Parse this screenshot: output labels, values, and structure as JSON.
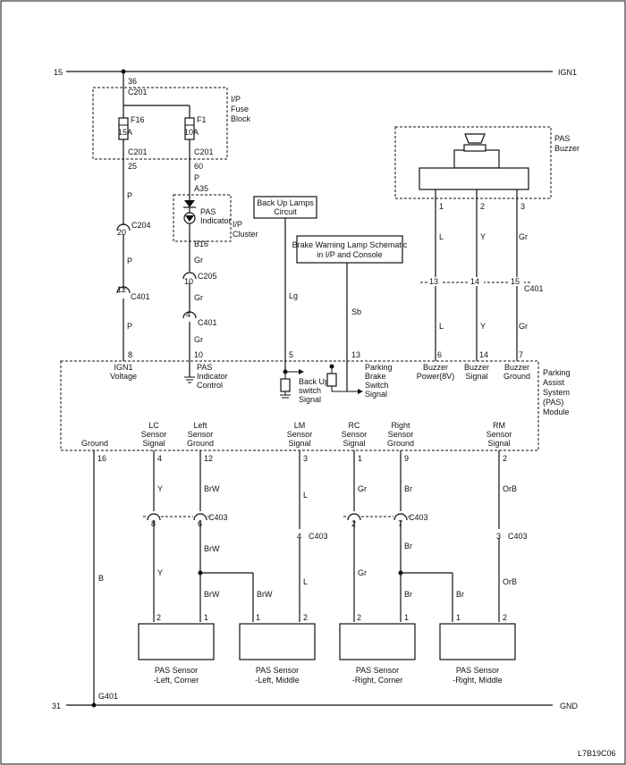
{
  "rails": {
    "top_left": "15",
    "top_right": "IGN1",
    "bottom_left": "31",
    "bottom_right": "GND"
  },
  "fuse_block": {
    "title_line1": "I/P",
    "title_line2": "Fuse",
    "title_line3": "Block",
    "pin_in": "36",
    "conn_top": "C201",
    "fuse1_name": "F16",
    "fuse1_rating": "15A",
    "fuse2_name": "F1",
    "fuse2_rating": "10A",
    "conn_bottom_left": "C201",
    "conn_bottom_right": "C201",
    "pin_out_left": "25",
    "pin_out_right": "60"
  },
  "cluster": {
    "pin_top": "A35",
    "lamp_line1": "PAS",
    "lamp_line2": "Indicator",
    "pin_bottom": "B16",
    "title_line1": "I/P",
    "title_line2": "Cluster"
  },
  "buzzer": {
    "title_line1": "PAS",
    "title_line2": "Buzzer",
    "pin1": "1",
    "pin2": "2",
    "pin3": "3"
  },
  "backup_box": {
    "line1": "Back Up Lamps",
    "line2": "Circuit"
  },
  "brake_box": {
    "line1": "Brake Warning Lamp Schematic",
    "line2": "in I/P and Console"
  },
  "wire_colors": {
    "p1": "P",
    "p2": "P",
    "p3": "P",
    "gr1": "Gr",
    "gr2": "Gr",
    "gr3": "Gr",
    "lg": "Lg",
    "sb": "Sb",
    "l_top": "L",
    "y_top": "Y",
    "gr_top": "Gr",
    "l_mid": "L",
    "y_mid": "Y",
    "gr_mid": "Gr",
    "b": "B",
    "y_lc1": "Y",
    "y_lc2": "Y",
    "brw1": "BrW",
    "brw2": "BrW",
    "brw3": "BrW",
    "brw4": "BrW",
    "l_lm1": "L",
    "l_lm2": "L",
    "gr_rc1": "Gr",
    "gr_rc2": "Gr",
    "br1": "Br",
    "br2": "Br",
    "br3": "Br",
    "br4": "Br",
    "orb1": "OrB",
    "orb2": "OrB"
  },
  "connectors": {
    "c204_pin": "20",
    "c204": "C204",
    "c401_p_pin": "12",
    "c401_p": "C401",
    "c205_pin": "10",
    "c205": "C205",
    "c401_gr_pin": "4",
    "c401_gr": "C401",
    "c401_b1_pin": "13",
    "c401_b2_pin": "14",
    "c401_b3_pin": "15",
    "c401_b": "C401",
    "c403_lc_pin": "8",
    "c403_left_pin": "6",
    "c403_a": "C403",
    "c403_lm_pin": "4",
    "c403_b": "C403",
    "c403_rc_pin": "2",
    "c403_right_pin": "7",
    "c403_c": "C403",
    "c403_rm_pin": "3",
    "c403_d": "C403"
  },
  "module": {
    "title_line1": "Parking",
    "title_line2": "Assist",
    "title_line3": "System",
    "title_line4": "(PAS)",
    "title_line5": "Module",
    "top_pins": {
      "ign1": "8",
      "pas_ind": "10",
      "backup": "5",
      "brake": "13",
      "bz_power": "6",
      "bz_signal": "14",
      "bz_ground": "7"
    },
    "top_labels": {
      "ign1_l1": "IGN1",
      "ign1_l2": "Voltage",
      "pas_l1": "PAS",
      "pas_l2": "Indicator",
      "pas_l3": "Control",
      "backup_l1": "Back Up",
      "backup_l2": "switch",
      "backup_l3": "Signal",
      "brake_l1": "Parking",
      "brake_l2": "Brake",
      "brake_l3": "Switch",
      "brake_l4": "Signal",
      "bzp_l1": "Buzzer",
      "bzp_l2": "Power(8V)",
      "bzs_l1": "Buzzer",
      "bzs_l2": "Signal",
      "bzg_l1": "Buzzer",
      "bzg_l2": "Ground"
    },
    "bottom_pins": {
      "ground": "16",
      "lc": "4",
      "left_gnd": "12",
      "lm": "3",
      "rc": "1",
      "right_gnd": "9",
      "rm": "2"
    },
    "bottom_labels": {
      "ground": "Ground",
      "lc_l1": "LC",
      "lc_l2": "Sensor",
      "lc_l3": "Signal",
      "lg_l1": "Left",
      "lg_l2": "Sensor",
      "lg_l3": "Ground",
      "lm_l1": "LM",
      "lm_l2": "Sensor",
      "lm_l3": "Signal",
      "rc_l1": "RC",
      "rc_l2": "Sensor",
      "rc_l3": "Signal",
      "rg_l1": "Right",
      "rg_l2": "Sensor",
      "rg_l3": "Ground",
      "rm_l1": "RM",
      "rm_l2": "Sensor",
      "rm_l3": "Signal"
    }
  },
  "sensors": [
    {
      "pin_a": "2",
      "pin_b": "1",
      "line1": "PAS Sensor",
      "line2": "-Left, Corner"
    },
    {
      "pin_a": "1",
      "pin_b": "2",
      "line1": "PAS Sensor",
      "line2": "-Left, Middle"
    },
    {
      "pin_a": "2",
      "pin_b": "1",
      "line1": "PAS Sensor",
      "line2": "-Right, Corner"
    },
    {
      "pin_a": "1",
      "pin_b": "2",
      "line1": "PAS Sensor",
      "line2": "-Right, Middle"
    }
  ],
  "ground_point": "G401",
  "figure_id": "L7B19C06"
}
